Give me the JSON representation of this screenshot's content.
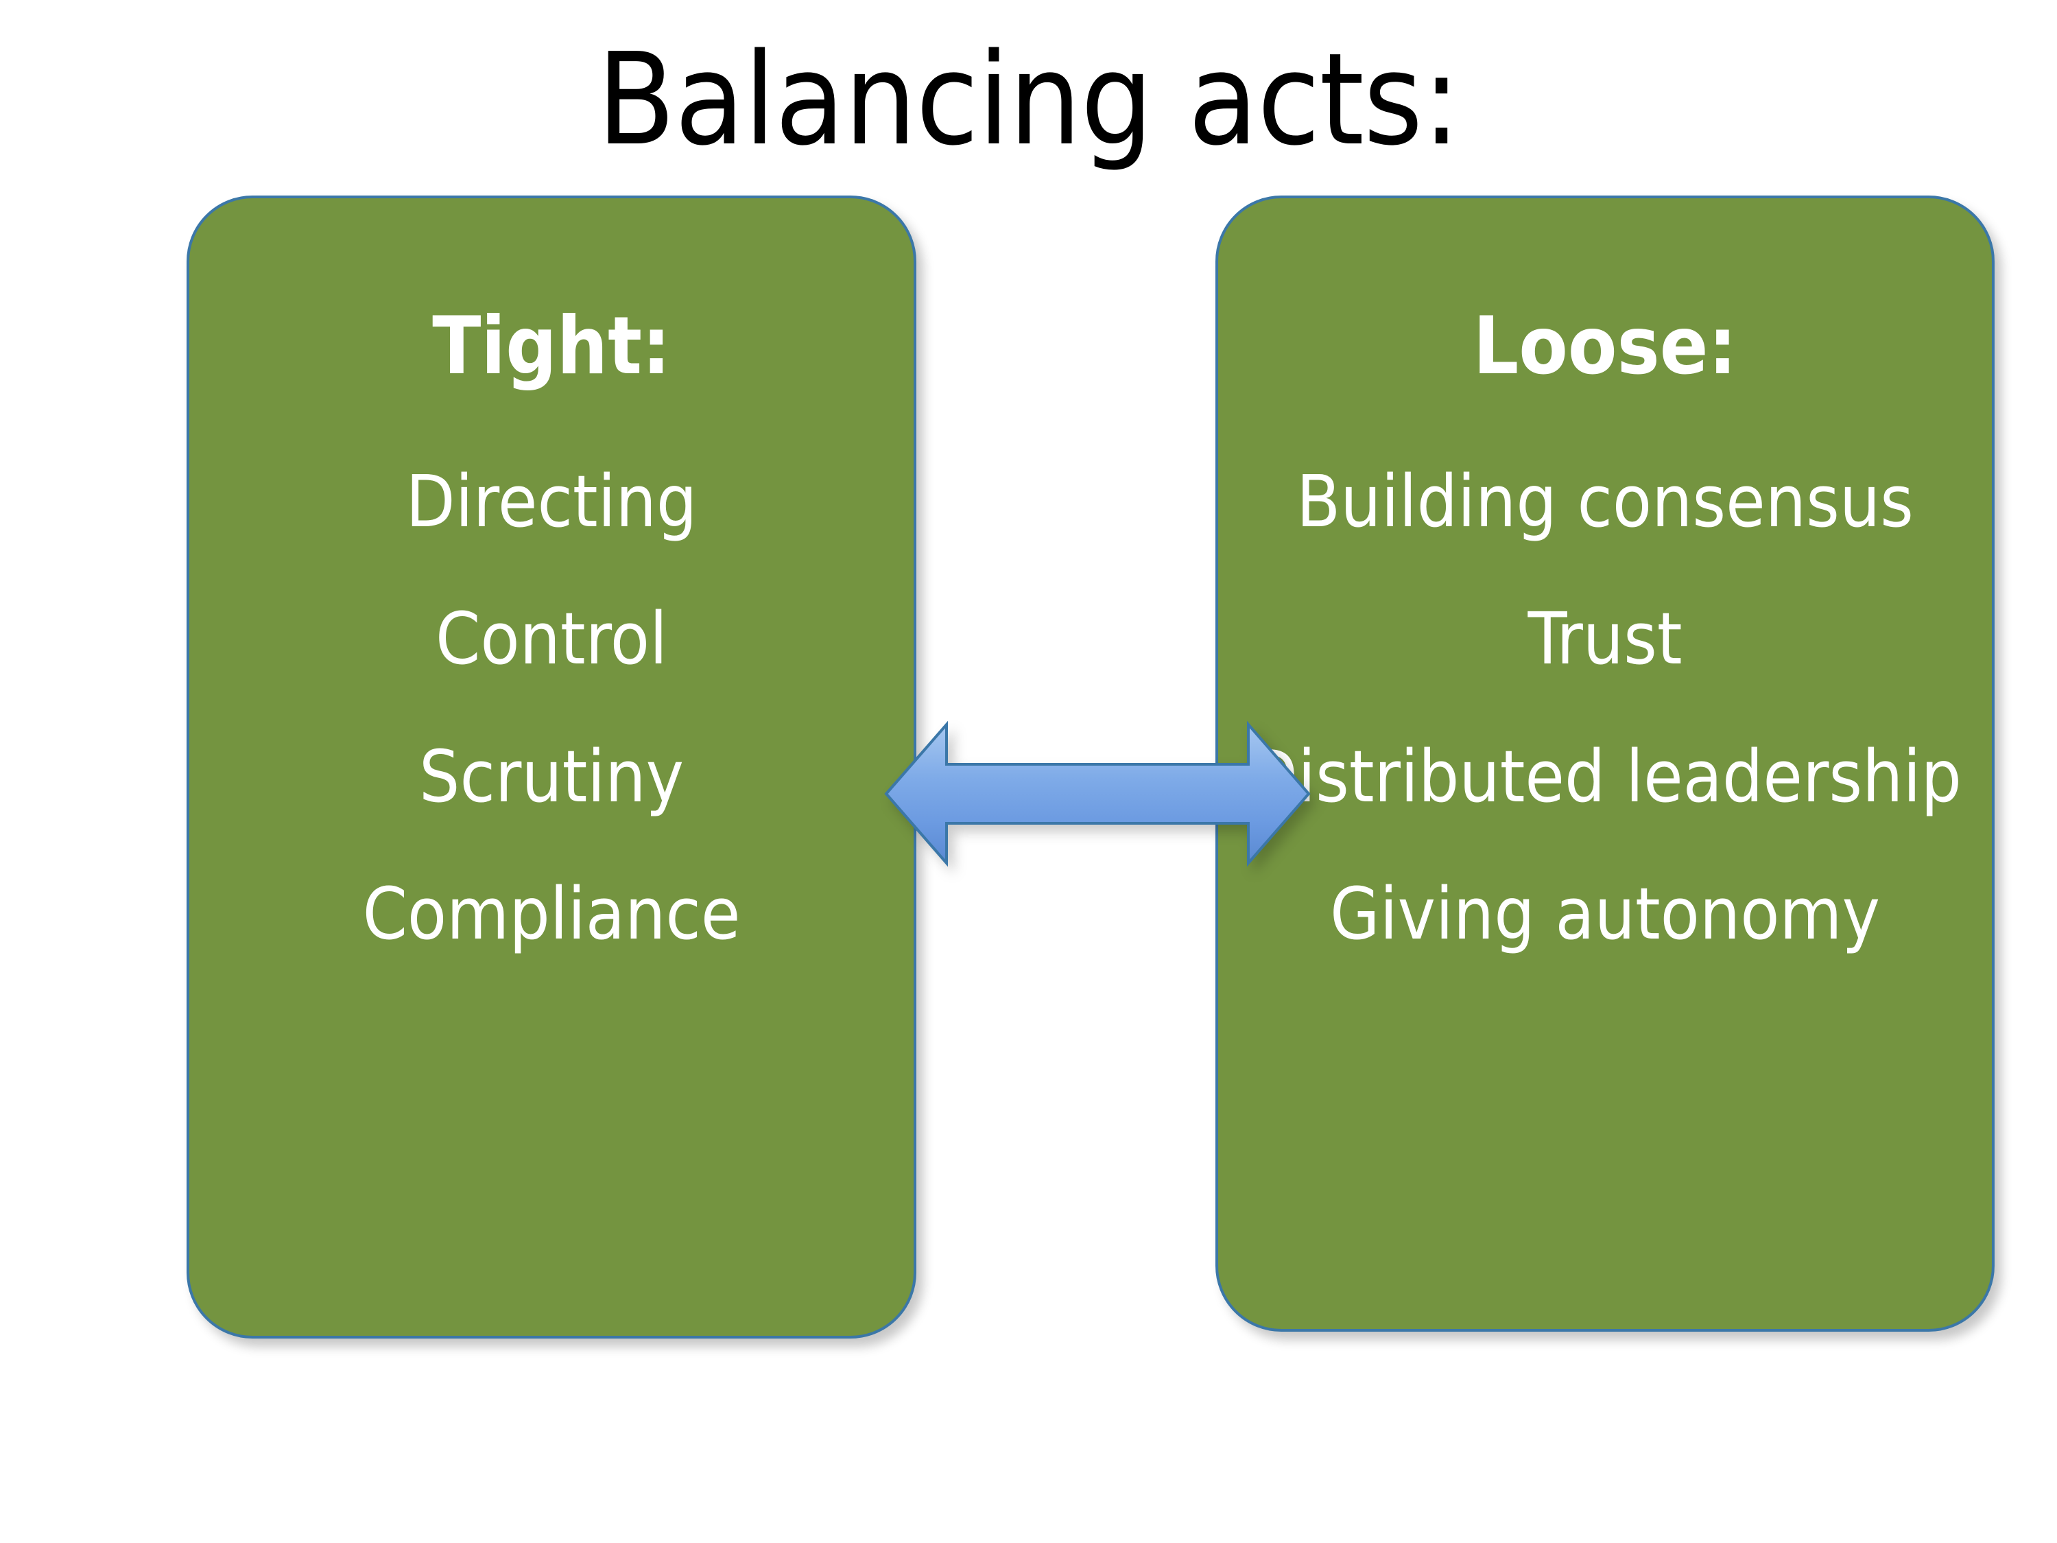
{
  "slide": {
    "title": "Balancing acts:",
    "background_color": "#FFFFFF",
    "title_color": "#000000"
  },
  "panels": {
    "accent_fill": "#749440",
    "accent_border": "#3B77A8",
    "text_color": "#FFFFFF",
    "left": {
      "heading": "Tight:",
      "items": [
        "Directing",
        "Control",
        "Scrutiny",
        "Compliance"
      ]
    },
    "right": {
      "heading": "Loose:",
      "items": [
        "Building consensus",
        "Trust",
        "Distributed leadership",
        "Giving autonomy"
      ]
    }
  },
  "connector": {
    "icon": "double-headed-arrow-icon",
    "direction": "left-right",
    "fill_light": "#9FC3EE",
    "fill_mid": "#6D9CE2",
    "fill_dark": "#5B8BD4",
    "stroke": "#3B77A8"
  }
}
